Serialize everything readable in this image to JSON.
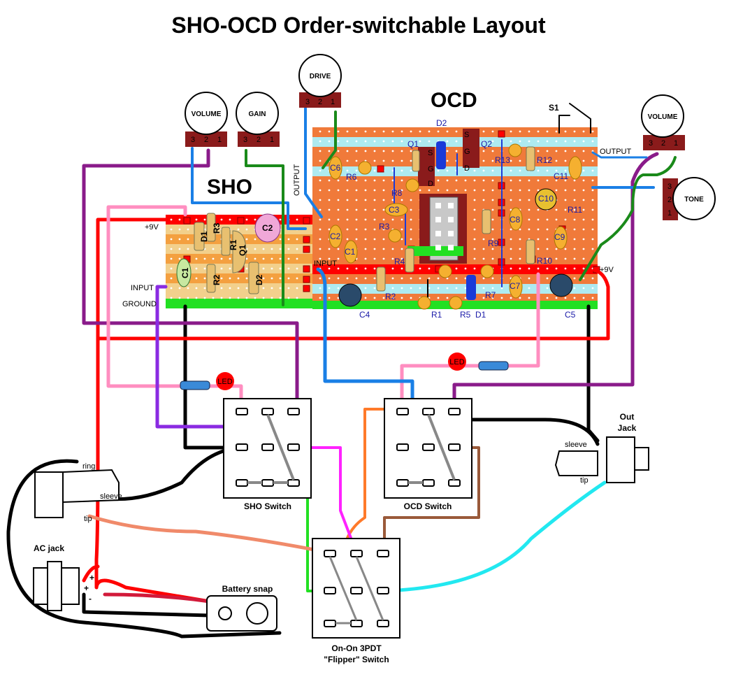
{
  "title": "SHO-OCD Order-switchable Layout",
  "sections": {
    "sho": "SHO",
    "ocd": "OCD"
  },
  "pots": {
    "drive": "DRIVE",
    "sho_volume": "VOLUME",
    "gain": "GAIN",
    "ocd_volume": "VOLUME",
    "tone": "TONE",
    "pin_labels": [
      "3",
      "2",
      "1"
    ]
  },
  "board_labels": {
    "plus9v_left": "+9V",
    "input_left": "INPUT",
    "ground": "GROUND",
    "output_vertical": "OUTPUT",
    "input_mid": "INPUT",
    "output_right": "OUTPUT",
    "plus9v_right": "+9V",
    "s1": "S1"
  },
  "components": {
    "resistors": [
      "R1",
      "R2",
      "R3",
      "R4",
      "R5",
      "R6",
      "R7",
      "R8",
      "R9",
      "R10",
      "R11",
      "R12",
      "R13"
    ],
    "capacitors": [
      "C1",
      "C2",
      "C3",
      "C4",
      "C5",
      "C6",
      "C7",
      "C8",
      "C9",
      "C10",
      "C11"
    ],
    "diodes": [
      "D1",
      "D2"
    ],
    "transistors": [
      "Q1",
      "Q2"
    ],
    "sho_labels": {
      "r1": "R1",
      "r2": "R2",
      "r3": "R3",
      "d1": "D1",
      "d2": "D2",
      "c1": "C1",
      "c2": "C2",
      "q1": "Q1"
    },
    "mosfet_pins": [
      "S",
      "G",
      "D"
    ]
  },
  "switches": {
    "sho": "SHO Switch",
    "ocd": "OCD Switch",
    "flipper_line1": "On-On 3PDT",
    "flipper_line2": "\"Flipper\" Switch"
  },
  "jacks": {
    "out_line1": "Out",
    "out_line2": "Jack",
    "sleeve": "sleeve",
    "tip": "tip",
    "ring": "ring",
    "ac": "AC jack",
    "battery": "Battery snap",
    "plus": "+",
    "minus": "-"
  },
  "led": "LED",
  "colors": {
    "strip_orange": "#f07a3a",
    "strip_cyan": "#aeeaf0",
    "strip_red": "#ff0000",
    "strip_green": "#22e022",
    "sho_board": "#f2d08c",
    "wire_red": "#ff0000",
    "wire_black": "#000000",
    "wire_purple": "#8a1b8a",
    "wire_pink": "#ff8ec0",
    "wire_blue": "#1a7fe6",
    "wire_green": "#1a8a1a",
    "wire_cyan": "#22e8f0",
    "wire_brown": "#9a5a3a",
    "wire_orange": "#ff7a2a",
    "wire_magenta": "#ff22ff",
    "wire_violet": "#8a2be2",
    "wire_salmon": "#f08a6a",
    "wire_darkblue": "#1a3ad8"
  }
}
